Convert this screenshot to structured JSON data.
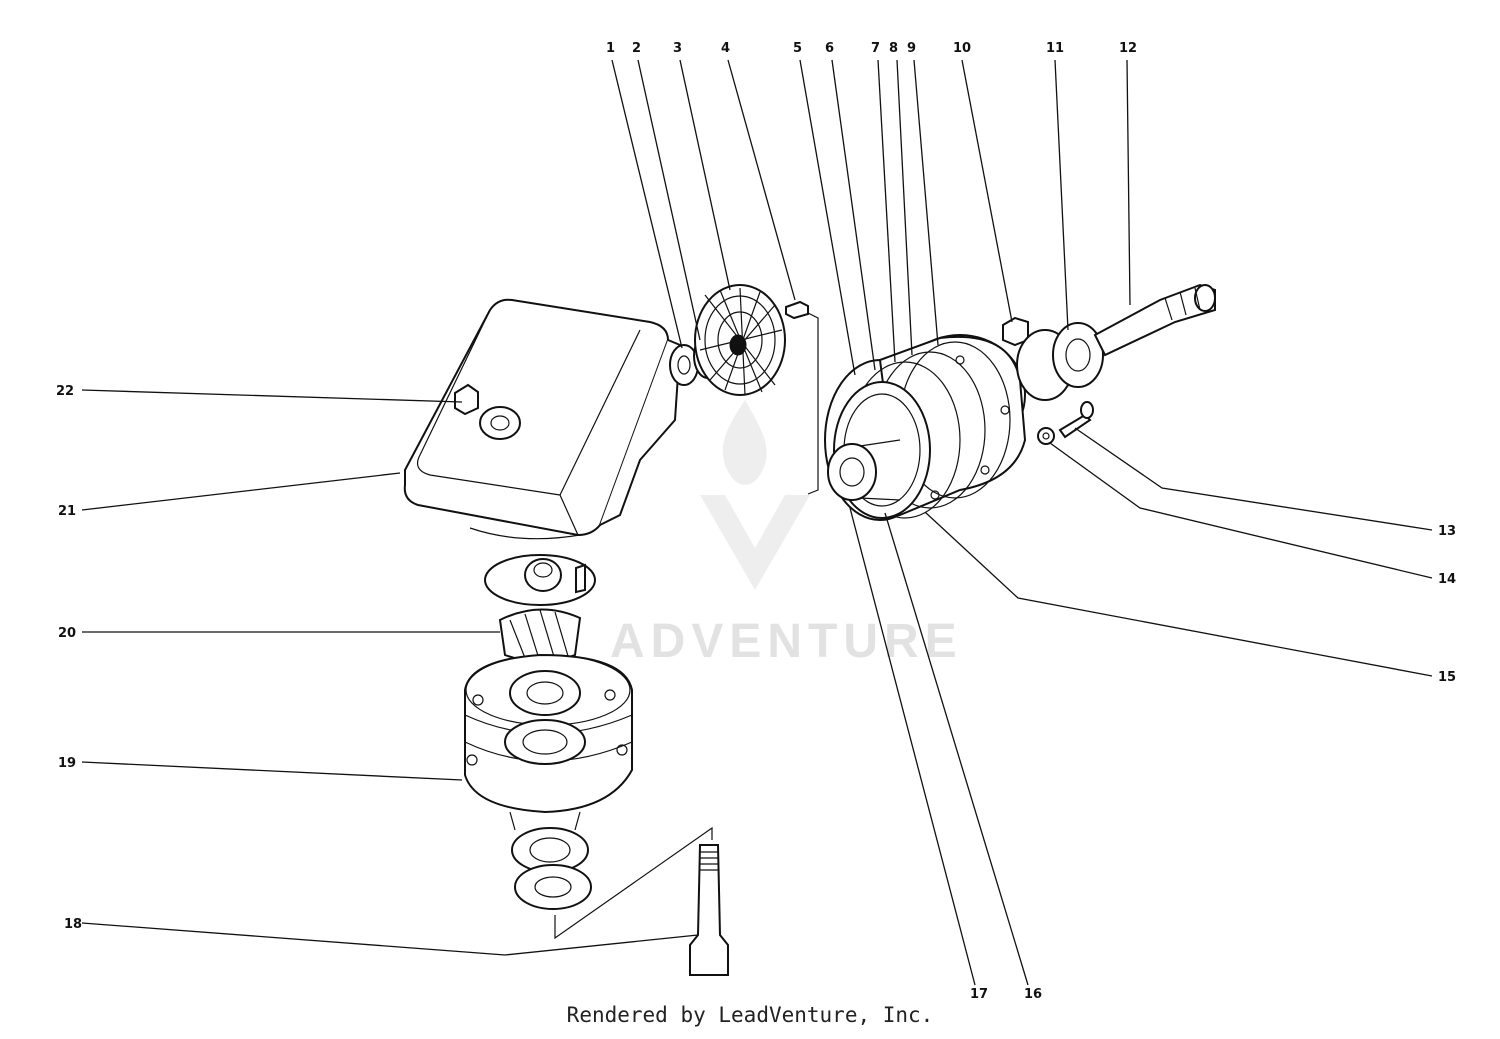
{
  "callouts": {
    "c1": "1",
    "c2": "2",
    "c3": "3",
    "c4": "4",
    "c5": "5",
    "c6": "6",
    "c7": "7",
    "c8": "8",
    "c9": "9",
    "c10": "10",
    "c11": "11",
    "c12": "12",
    "c13": "13",
    "c14": "14",
    "c15": "15",
    "c16": "16",
    "c17": "17",
    "c18": "18",
    "c19": "19",
    "c20": "20",
    "c21": "21",
    "c22": "22"
  },
  "watermark": {
    "text": "ADVENTURE",
    "logo": "leadventure-flame-logo"
  },
  "footer": {
    "text": "Rendered by LeadVenture, Inc."
  }
}
